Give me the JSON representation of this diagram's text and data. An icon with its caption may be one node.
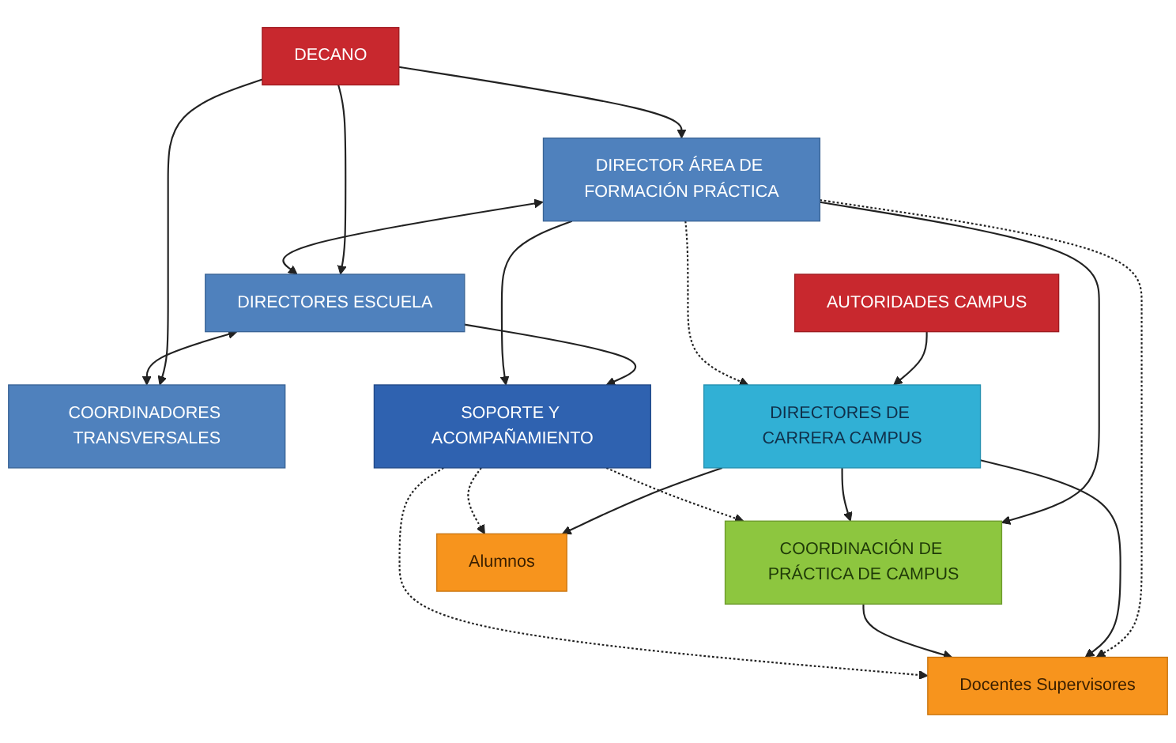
{
  "diagram": {
    "nodes": [
      {
        "text": [
          "DECANO"
        ]
      },
      {
        "text": [
          "AUTORIDADES CAMPUS"
        ]
      },
      {
        "text": [
          "COORDINADORES TRANSVERSALES"
        ]
      },
      {
        "text": [
          "DIRECTORES ESCUELA"
        ]
      },
      {
        "text": [
          "DIRECTOR ÁREA DE FORMACIÓN PRÁCTICA"
        ]
      },
      {
        "text": [
          "DIRECTORES DE CARRERA CAMPUS"
        ]
      },
      {
        "text": [
          "SOPORTE Y ACOMPAÑAMIENTO"
        ]
      },
      {
        "text": [
          "COORDINACIÓN DE PRÁCTICA DE CAMPUS"
        ]
      },
      {
        "text": [
          "Docentes Supervisores"
        ]
      },
      {
        "text": [
          "Alumnos"
        ]
      }
    ],
    "edges": [
      {
        "from": 0,
        "to": 2,
        "arrow": "to"
      },
      {
        "from": 0,
        "to": 3,
        "arrow": "to"
      },
      {
        "from": 0,
        "to": 4,
        "arrow": "to"
      },
      {
        "from": 3,
        "to": 2,
        "arrow": "both"
      },
      {
        "from": 4,
        "to": 3,
        "arrow": "both"
      },
      {
        "from": 1,
        "to": 5,
        "arrow": "to"
      },
      {
        "from": 3,
        "to": 6,
        "arrow": "to"
      },
      {
        "from": 4,
        "to": 6,
        "arrow": "to"
      },
      {
        "from": 4,
        "to": 5,
        "arrow": "to",
        "style": "dashed"
      },
      {
        "from": 4,
        "to": 7,
        "arrow": "to"
      },
      {
        "from": 4,
        "to": 8,
        "arrow": "to",
        "style": "dashed"
      },
      {
        "from": 5,
        "to": 7,
        "arrow": "to"
      },
      {
        "from": 5,
        "to": 8,
        "arrow": "to"
      },
      {
        "from": 5,
        "to": 9,
        "arrow": "to"
      },
      {
        "from": 7,
        "to": 8,
        "arrow": "to"
      },
      {
        "from": 6,
        "to": 7,
        "arrow": "to",
        "style": "dashed"
      },
      {
        "from": 6,
        "to": 8,
        "arrow": "to",
        "style": "dashed"
      },
      {
        "from": 6,
        "to": 9,
        "arrow": "to",
        "style": "dashed"
      }
    ]
  }
}
